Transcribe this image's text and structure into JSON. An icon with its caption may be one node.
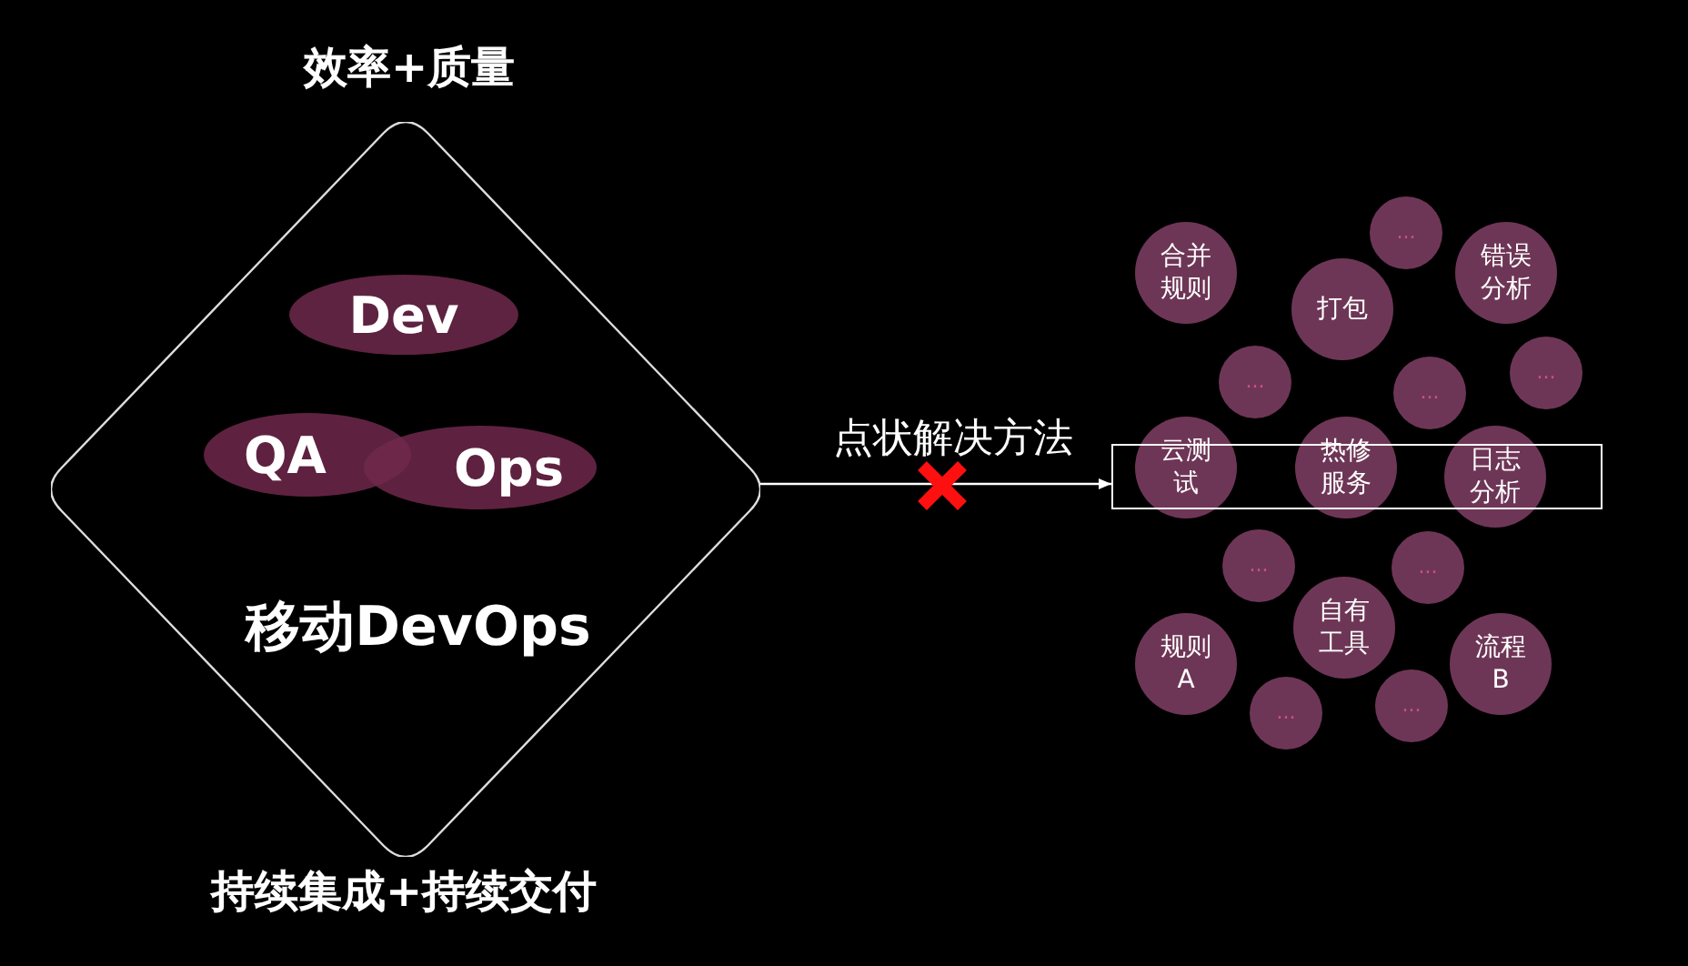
{
  "diagram": {
    "nodes": [
      {
        "text": [
          "移动DevOps"
        ]
      },
      {
        "text": [
          "Dev"
        ],
        "in": 0
      },
      {
        "text": [
          "QA"
        ],
        "in": 0
      },
      {
        "text": [
          "Ops"
        ],
        "in": 0
      },
      {
        "text": [],
        "shape": "box"
      },
      {
        "text": [
          "..."
        ]
      },
      {
        "text": [
          "合并规则"
        ]
      },
      {
        "text": [
          "错误分析"
        ]
      },
      {
        "text": [
          "打包"
        ]
      },
      {
        "text": [
          "..."
        ]
      },
      {
        "text": [
          "..."
        ]
      },
      {
        "text": [
          "..."
        ]
      },
      {
        "text": [
          "云测试"
        ]
      },
      {
        "text": [
          "热修服务"
        ]
      },
      {
        "text": [
          "日志分析"
        ]
      },
      {
        "text": [
          "..."
        ]
      },
      {
        "text": [
          "..."
        ]
      },
      {
        "text": [
          "自有工具"
        ]
      },
      {
        "text": [
          "规则A"
        ]
      },
      {
        "text": [
          "流程B"
        ]
      },
      {
        "text": [
          "..."
        ]
      },
      {
        "text": [
          "..."
        ]
      }
    ],
    "edges": [
      {
        "from": 0,
        "to": 4,
        "arrow": "to",
        "label": "点状解决方法"
      }
    ],
    "labels": [
      "效率+质量",
      "持续集成+持续交付"
    ]
  }
}
